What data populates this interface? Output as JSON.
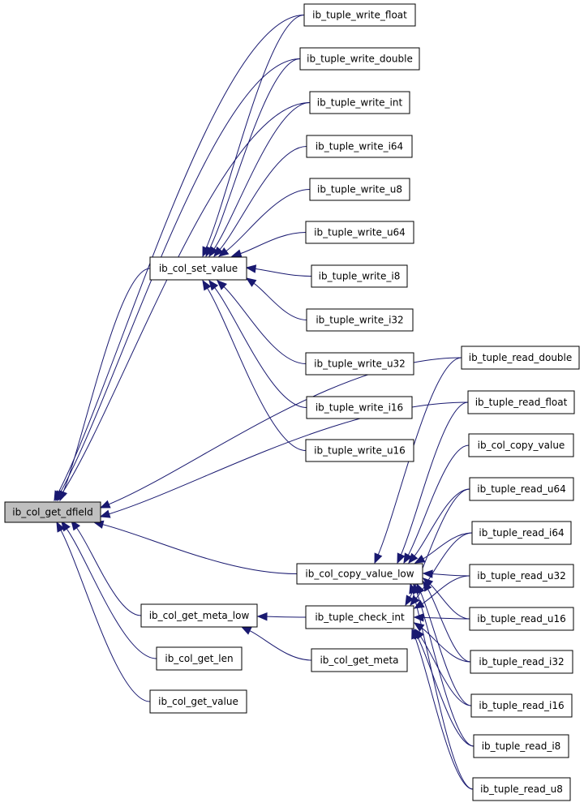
{
  "graph": {
    "nodes": [
      {
        "id": "ib_col_get_dfield",
        "label": "ib_col_get_dfield",
        "root": true
      },
      {
        "id": "ib_col_set_value",
        "label": "ib_col_set_value"
      },
      {
        "id": "ib_col_copy_value_low",
        "label": "ib_col_copy_value_low"
      },
      {
        "id": "ib_col_get_meta_low",
        "label": "ib_col_get_meta_low"
      },
      {
        "id": "ib_col_get_len",
        "label": "ib_col_get_len"
      },
      {
        "id": "ib_col_get_value",
        "label": "ib_col_get_value"
      },
      {
        "id": "ib_tuple_check_int",
        "label": "ib_tuple_check_int"
      },
      {
        "id": "ib_col_get_meta",
        "label": "ib_col_get_meta"
      },
      {
        "id": "ib_tuple_write_float",
        "label": "ib_tuple_write_float"
      },
      {
        "id": "ib_tuple_write_double",
        "label": "ib_tuple_write_double"
      },
      {
        "id": "ib_tuple_write_int",
        "label": "ib_tuple_write_int"
      },
      {
        "id": "ib_tuple_write_i64",
        "label": "ib_tuple_write_i64"
      },
      {
        "id": "ib_tuple_write_u8",
        "label": "ib_tuple_write_u8"
      },
      {
        "id": "ib_tuple_write_u64",
        "label": "ib_tuple_write_u64"
      },
      {
        "id": "ib_tuple_write_i8",
        "label": "ib_tuple_write_i8"
      },
      {
        "id": "ib_tuple_write_i32",
        "label": "ib_tuple_write_i32"
      },
      {
        "id": "ib_tuple_write_u32",
        "label": "ib_tuple_write_u32"
      },
      {
        "id": "ib_tuple_write_i16",
        "label": "ib_tuple_write_i16"
      },
      {
        "id": "ib_tuple_write_u16",
        "label": "ib_tuple_write_u16"
      },
      {
        "id": "ib_tuple_read_double",
        "label": "ib_tuple_read_double"
      },
      {
        "id": "ib_tuple_read_float",
        "label": "ib_tuple_read_float"
      },
      {
        "id": "ib_col_copy_value",
        "label": "ib_col_copy_value"
      },
      {
        "id": "ib_tuple_read_u64",
        "label": "ib_tuple_read_u64"
      },
      {
        "id": "ib_tuple_read_i64",
        "label": "ib_tuple_read_i64"
      },
      {
        "id": "ib_tuple_read_u32",
        "label": "ib_tuple_read_u32"
      },
      {
        "id": "ib_tuple_read_u16",
        "label": "ib_tuple_read_u16"
      },
      {
        "id": "ib_tuple_read_i32",
        "label": "ib_tuple_read_i32"
      },
      {
        "id": "ib_tuple_read_i16",
        "label": "ib_tuple_read_i16"
      },
      {
        "id": "ib_tuple_read_i8",
        "label": "ib_tuple_read_i8"
      },
      {
        "id": "ib_tuple_read_u8",
        "label": "ib_tuple_read_u8"
      }
    ],
    "edges": [
      {
        "from": "ib_col_set_value",
        "to": "ib_col_get_dfield"
      },
      {
        "from": "ib_col_copy_value_low",
        "to": "ib_col_get_dfield"
      },
      {
        "from": "ib_col_get_meta_low",
        "to": "ib_col_get_dfield"
      },
      {
        "from": "ib_col_get_len",
        "to": "ib_col_get_dfield"
      },
      {
        "from": "ib_col_get_value",
        "to": "ib_col_get_dfield"
      },
      {
        "from": "ib_tuple_write_float",
        "to": "ib_col_get_dfield"
      },
      {
        "from": "ib_tuple_write_double",
        "to": "ib_col_get_dfield"
      },
      {
        "from": "ib_tuple_write_int",
        "to": "ib_col_get_dfield"
      },
      {
        "from": "ib_tuple_read_double",
        "to": "ib_col_get_dfield"
      },
      {
        "from": "ib_tuple_read_float",
        "to": "ib_col_get_dfield"
      },
      {
        "from": "ib_tuple_write_float",
        "to": "ib_col_set_value"
      },
      {
        "from": "ib_tuple_write_double",
        "to": "ib_col_set_value"
      },
      {
        "from": "ib_tuple_write_int",
        "to": "ib_col_set_value"
      },
      {
        "from": "ib_tuple_write_i64",
        "to": "ib_col_set_value"
      },
      {
        "from": "ib_tuple_write_u8",
        "to": "ib_col_set_value"
      },
      {
        "from": "ib_tuple_write_u64",
        "to": "ib_col_set_value"
      },
      {
        "from": "ib_tuple_write_i8",
        "to": "ib_col_set_value"
      },
      {
        "from": "ib_tuple_write_i32",
        "to": "ib_col_set_value"
      },
      {
        "from": "ib_tuple_write_u32",
        "to": "ib_col_set_value"
      },
      {
        "from": "ib_tuple_write_i16",
        "to": "ib_col_set_value"
      },
      {
        "from": "ib_tuple_write_u16",
        "to": "ib_col_set_value"
      },
      {
        "from": "ib_tuple_check_int",
        "to": "ib_col_get_meta_low"
      },
      {
        "from": "ib_col_get_meta",
        "to": "ib_col_get_meta_low"
      },
      {
        "from": "ib_tuple_read_double",
        "to": "ib_col_copy_value_low"
      },
      {
        "from": "ib_tuple_read_float",
        "to": "ib_col_copy_value_low"
      },
      {
        "from": "ib_col_copy_value",
        "to": "ib_col_copy_value_low"
      },
      {
        "from": "ib_tuple_read_u64",
        "to": "ib_col_copy_value_low"
      },
      {
        "from": "ib_tuple_read_i64",
        "to": "ib_col_copy_value_low"
      },
      {
        "from": "ib_tuple_read_u32",
        "to": "ib_col_copy_value_low"
      },
      {
        "from": "ib_tuple_read_u16",
        "to": "ib_col_copy_value_low"
      },
      {
        "from": "ib_tuple_read_i32",
        "to": "ib_col_copy_value_low"
      },
      {
        "from": "ib_tuple_read_i16",
        "to": "ib_col_copy_value_low"
      },
      {
        "from": "ib_tuple_read_i8",
        "to": "ib_col_copy_value_low"
      },
      {
        "from": "ib_tuple_read_u8",
        "to": "ib_col_copy_value_low"
      },
      {
        "from": "ib_tuple_read_u64",
        "to": "ib_tuple_check_int"
      },
      {
        "from": "ib_tuple_read_i64",
        "to": "ib_tuple_check_int"
      },
      {
        "from": "ib_tuple_read_u32",
        "to": "ib_tuple_check_int"
      },
      {
        "from": "ib_tuple_read_u16",
        "to": "ib_tuple_check_int"
      },
      {
        "from": "ib_tuple_read_i32",
        "to": "ib_tuple_check_int"
      },
      {
        "from": "ib_tuple_read_i16",
        "to": "ib_tuple_check_int"
      },
      {
        "from": "ib_tuple_read_i8",
        "to": "ib_tuple_check_int"
      },
      {
        "from": "ib_tuple_read_u8",
        "to": "ib_tuple_check_int"
      }
    ]
  }
}
